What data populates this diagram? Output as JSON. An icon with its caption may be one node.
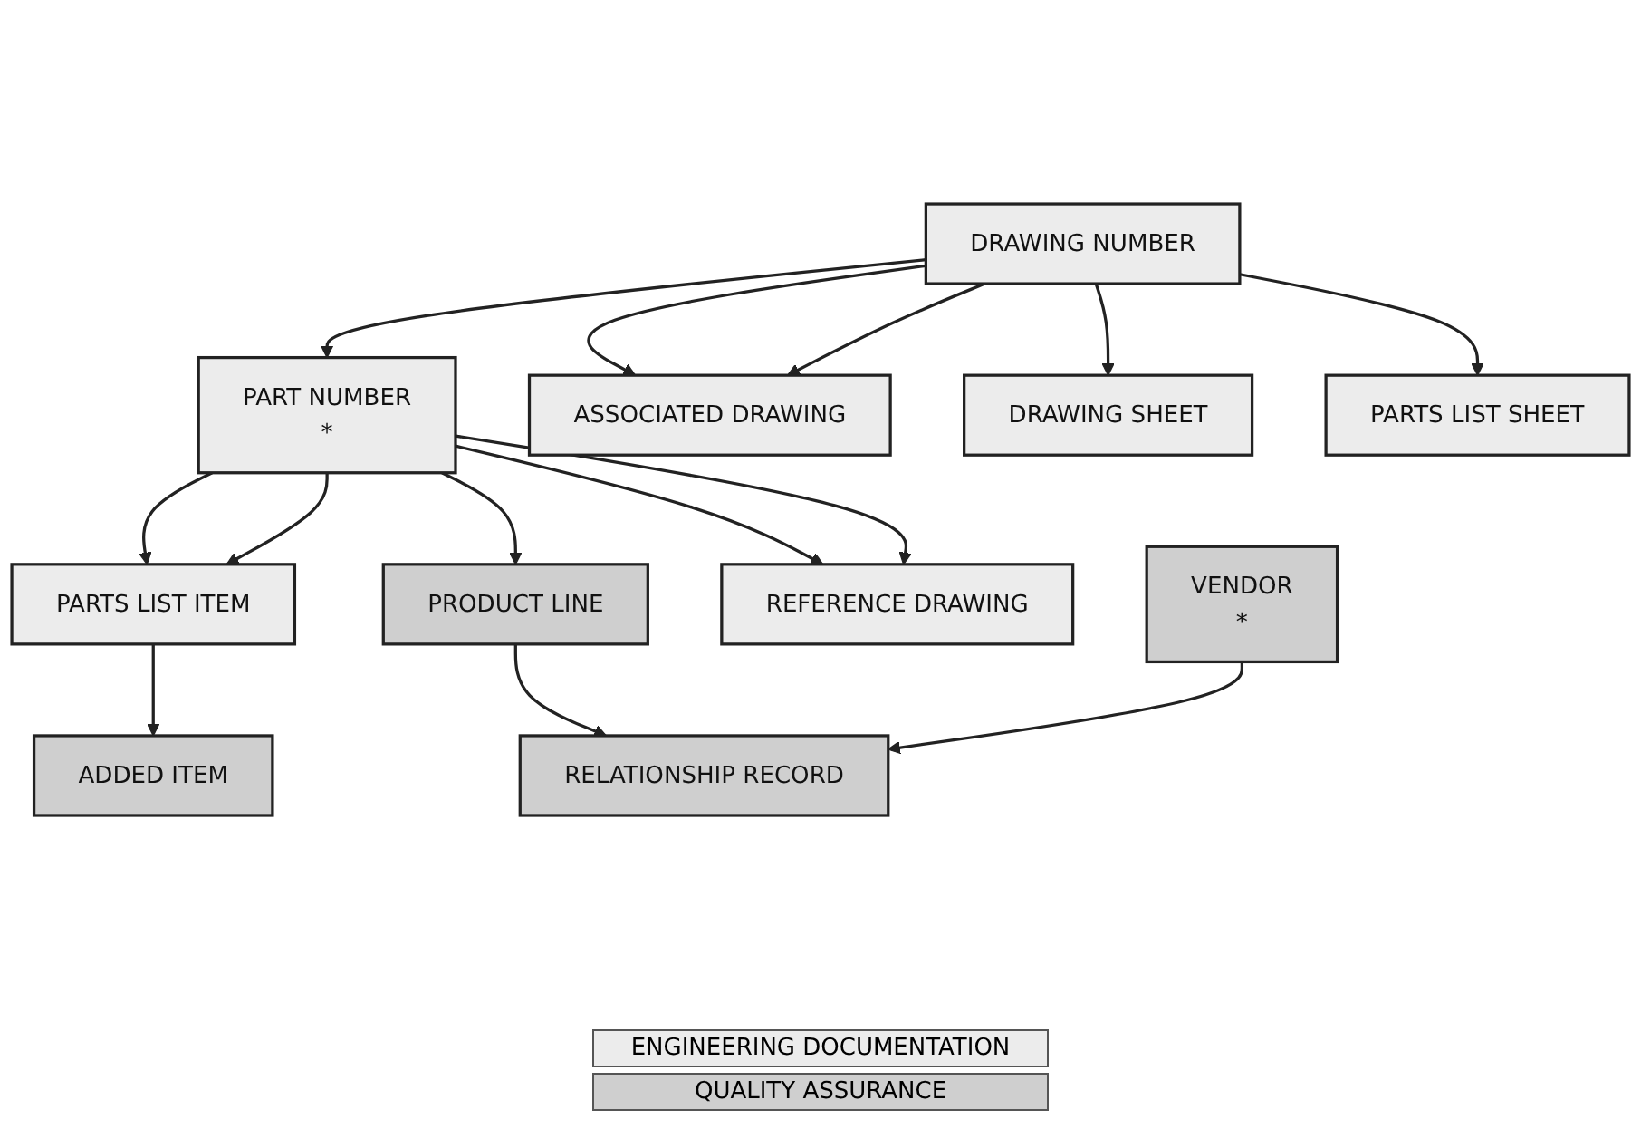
{
  "diagram": {
    "nodes": [
      {
        "text": [
          "PART NUMBER",
          "*"
        ]
      },
      {
        "text": [
          "DRAWING NUMBER"
        ]
      },
      {
        "text": [
          "REFERENCE DRAWING"
        ]
      },
      {
        "text": [
          "PARTS LIST ITEM"
        ]
      },
      {
        "text": [
          "ASSOCIATED DRAWING"
        ]
      },
      {
        "text": [
          "PRODUCT LINE"
        ]
      },
      {
        "text": [
          "ADDED ITEM"
        ]
      },
      {
        "text": [
          "DRAWING SHEET"
        ]
      },
      {
        "text": [
          "RELATIONSHIP RECORD"
        ]
      },
      {
        "text": [
          "PARTS LIST SHEET"
        ]
      },
      {
        "text": [
          "VENDOR",
          "*"
        ]
      }
    ],
    "edges": [
      {
        "from": 1,
        "to": 0,
        "arrow": "to"
      },
      {
        "from": 0,
        "to": 2,
        "arrow": "to"
      },
      {
        "from": 0,
        "to": 2,
        "arrow": "to"
      },
      {
        "from": 0,
        "to": 3,
        "arrow": "to"
      },
      {
        "from": 0,
        "to": 3,
        "arrow": "to"
      },
      {
        "from": 1,
        "to": 4,
        "arrow": "to"
      },
      {
        "from": 1,
        "to": 4,
        "arrow": "to"
      },
      {
        "from": 1,
        "to": 7,
        "arrow": "to"
      },
      {
        "from": 1,
        "to": 9,
        "arrow": "to"
      },
      {
        "from": 0,
        "to": 5,
        "arrow": "to"
      },
      {
        "from": 3,
        "to": 6,
        "arrow": "to"
      },
      {
        "from": 5,
        "to": 8,
        "arrow": "to"
      },
      {
        "from": 10,
        "to": 8,
        "arrow": "to"
      }
    ],
    "legend": [
      {
        "text": "ENGINEERING DOCUMENTATION",
        "color": "#ececec"
      },
      {
        "text": "QUALITY ASSURANCE",
        "color": "#cfcfcf"
      }
    ]
  }
}
